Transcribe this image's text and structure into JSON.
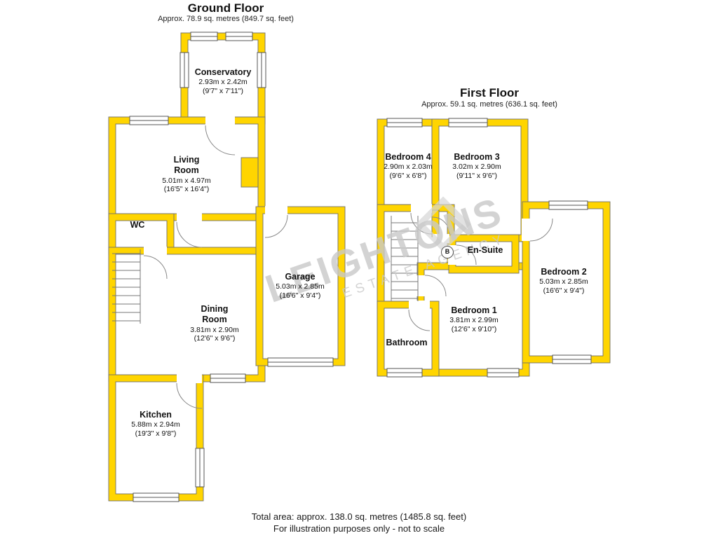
{
  "ground_floor": {
    "title": "Ground Floor",
    "subtitle": "Approx. 78.9 sq. metres (849.7 sq. feet)",
    "rooms": [
      {
        "name": "Conservatory",
        "metric": "2.93m x 2.42m",
        "imperial": "(9'7\" x 7'11\")"
      },
      {
        "name": "Living Room",
        "metric": "5.01m x 4.97m",
        "imperial": "(16'5\" x 16'4\")"
      },
      {
        "name": "WC"
      },
      {
        "name": "Dining Room",
        "metric": "3.81m x 2.90m",
        "imperial": "(12'6\" x 9'6\")"
      },
      {
        "name": "Kitchen",
        "metric": "5.88m x 2.94m",
        "imperial": "(19'3\" x 9'8\")"
      },
      {
        "name": "Garage",
        "metric": "5.03m x 2.85m",
        "imperial": "(16'6\" x 9'4\")"
      }
    ]
  },
  "first_floor": {
    "title": "First Floor",
    "subtitle": "Approx. 59.1 sq. metres (636.1 sq. feet)",
    "boiler_label": "B",
    "rooms": [
      {
        "name": "Bedroom 4",
        "metric": "2.90m x 2.03m",
        "imperial": "(9'6\" x 6'8\")"
      },
      {
        "name": "Bedroom 3",
        "metric": "3.02m x 2.90m",
        "imperial": "(9'11\" x 9'6\")"
      },
      {
        "name": "En-Suite"
      },
      {
        "name": "Bedroom 2",
        "metric": "5.03m x 2.85m",
        "imperial": "(16'6\" x 9'4\")"
      },
      {
        "name": "Bedroom 1",
        "metric": "3.81m x 2.99m",
        "imperial": "(12'6\" x 9'10\")"
      },
      {
        "name": "Bathroom"
      }
    ]
  },
  "watermark": {
    "line1": "LEIGHTONS",
    "line2": "ESTATE AGENCY"
  },
  "footer": {
    "total_area": "Total area: approx. 138.0 sq. metres (1485.8 sq. feet)",
    "disclaimer": "For illustration purposes only - not to scale"
  },
  "colors": {
    "wall_yellow": "#FFD500",
    "outline": "#6e6e6e",
    "watermark_gray": "#c9c9c9"
  }
}
